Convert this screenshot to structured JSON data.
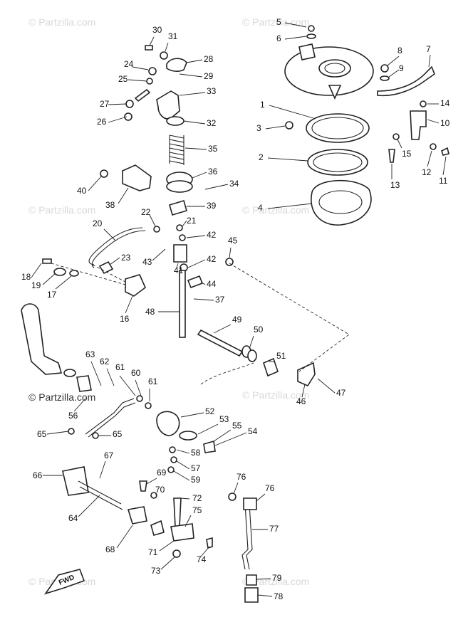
{
  "watermark": {
    "text": "© Partzilla.com",
    "text_dark": "© Partzilla.com"
  },
  "callouts": [
    "1",
    "2",
    "3",
    "4",
    "5",
    "6",
    "7",
    "8",
    "9",
    "10",
    "11",
    "12",
    "13",
    "14",
    "15",
    "16",
    "17",
    "18",
    "19",
    "20",
    "21",
    "22",
    "23",
    "24",
    "25",
    "26",
    "27",
    "28",
    "29",
    "30",
    "31",
    "32",
    "33",
    "34",
    "35",
    "36",
    "37",
    "38",
    "39",
    "40",
    "41",
    "42",
    "42",
    "43",
    "44",
    "45",
    "46",
    "47",
    "48",
    "49",
    "50",
    "51",
    "52",
    "53",
    "54",
    "55",
    "56",
    "57",
    "58",
    "59",
    "60",
    "61",
    "61",
    "62",
    "63",
    "64",
    "65",
    "65",
    "66",
    "67",
    "68",
    "69",
    "70",
    "71",
    "72",
    "73",
    "74",
    "75",
    "76",
    "76",
    "77",
    "78",
    "79"
  ],
  "fwd_label": "FWD"
}
